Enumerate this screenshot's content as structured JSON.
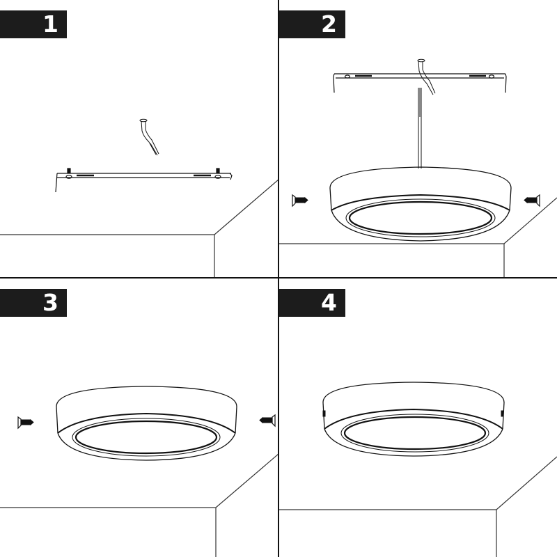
{
  "diagram": {
    "type": "installation-instructions",
    "subject": "surface-mounted round LED ceiling light",
    "colors": {
      "label_bg": "#1c1c1c",
      "label_text": "#ffffff",
      "line": "#111111",
      "background": "#ffffff"
    },
    "steps": [
      {
        "number": "1",
        "content": [
          "mounting-bracket",
          "wire-cable",
          "ceiling-corner"
        ]
      },
      {
        "number": "2",
        "content": [
          "mounting-bracket",
          "wire-cable",
          "fixture-power-cord",
          "round-light-fixture",
          "screw-left",
          "screw-right",
          "ceiling-corner"
        ]
      },
      {
        "number": "3",
        "content": [
          "round-light-fixture",
          "screw-left",
          "screw-right",
          "ceiling-corner"
        ]
      },
      {
        "number": "4",
        "content": [
          "round-light-fixture",
          "ceiling-corner"
        ]
      }
    ]
  }
}
